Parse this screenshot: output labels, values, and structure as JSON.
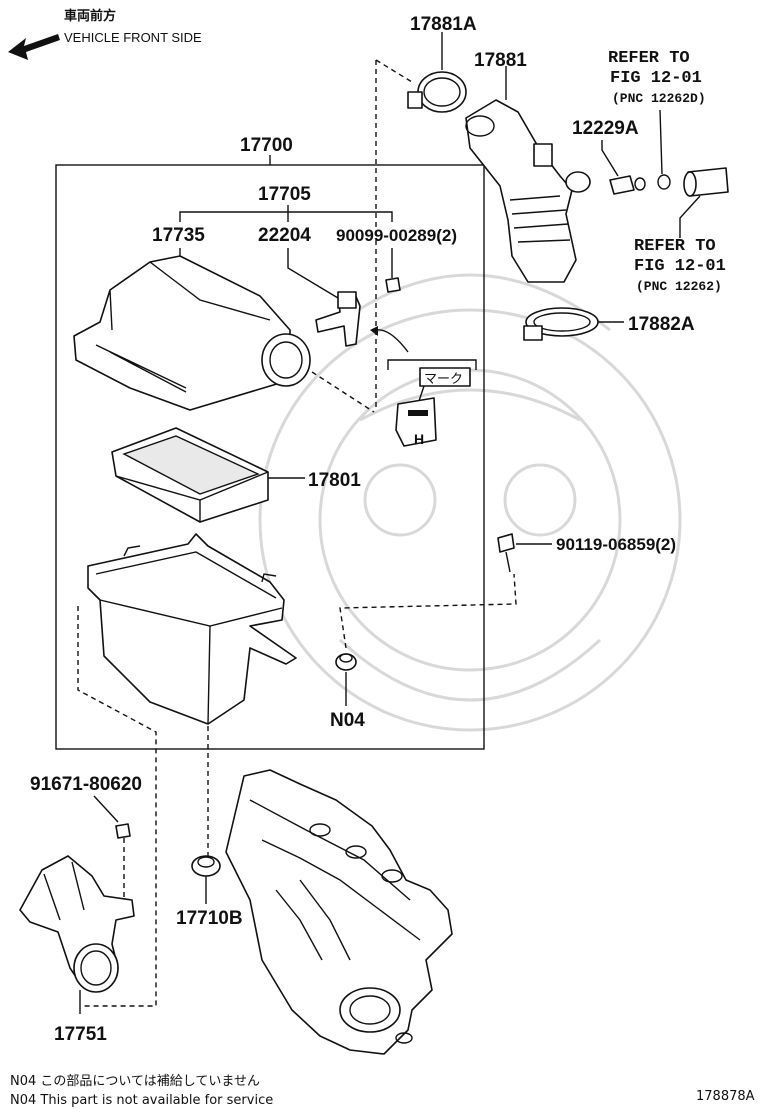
{
  "header": {
    "front_jp": "車両前方",
    "front_en": "VEHICLE FRONT SIDE"
  },
  "parts": {
    "p17700": "17700",
    "p17705": "17705",
    "p17735": "17735",
    "p22204": "22204",
    "p90099": "90099-00289(2)",
    "p17881A": "17881A",
    "p17881": "17881",
    "p12229A": "12229A",
    "p17882A": "17882A",
    "p17801": "17801",
    "p90119": "90119-06859(2)",
    "pN04": "N04",
    "p91671": "91671-80620",
    "p17710B": "17710B",
    "p17751": "17751"
  },
  "refs": {
    "ref1_line1": "REFER TO",
    "ref1_line2": "FIG 12-01",
    "ref1_line3": "(PNC 12262D)",
    "ref2_line1": "REFER TO",
    "ref2_line2": "FIG 12-01",
    "ref2_line3": "(PNC 12262)"
  },
  "mark_label": "マーク",
  "mark_letter": "H",
  "footnotes": {
    "jp": "N04  この部品については補給していません",
    "en": "N04  This part is not available for service"
  },
  "figure_id": "178878A"
}
